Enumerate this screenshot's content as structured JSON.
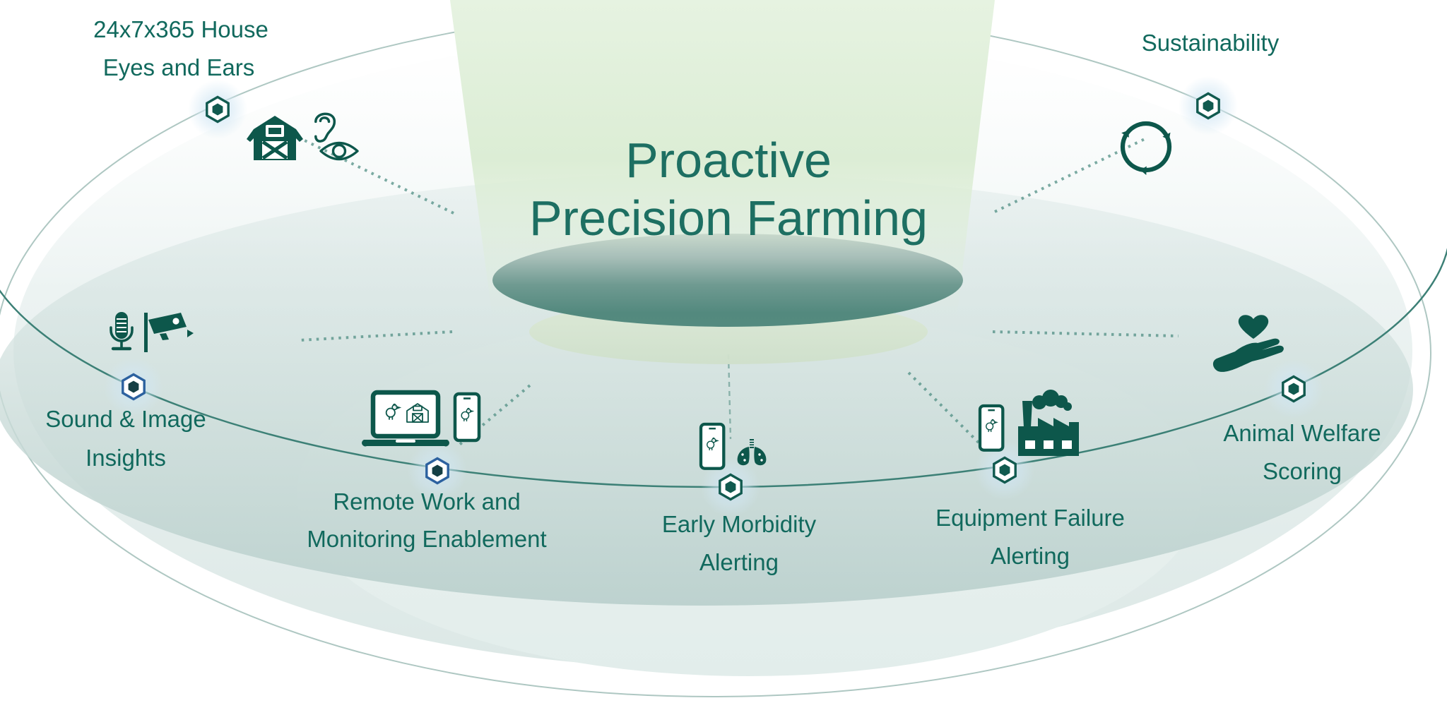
{
  "title_lines": [
    "Proactive",
    "Precision Farming"
  ],
  "features": [
    {
      "id": "house-eyes-ears",
      "label_lines": [
        "24x7x365 House",
        "Eyes and Ears"
      ],
      "icons": [
        "barn-icon",
        "ear-icon",
        "eye-icon"
      ],
      "node_ring": "teal"
    },
    {
      "id": "sustainability",
      "label_lines": [
        "Sustainability",
        ""
      ],
      "icons": [
        "recycle-icon"
      ],
      "node_ring": "teal"
    },
    {
      "id": "sound-image",
      "label_lines": [
        "Sound & Image",
        "Insights"
      ],
      "icons": [
        "microphone-icon",
        "cctv-camera-icon"
      ],
      "node_ring": "blue"
    },
    {
      "id": "remote-work",
      "label_lines": [
        "Remote Work and",
        "Monitoring Enablement"
      ],
      "icons": [
        "laptop-icon",
        "smartphone-icon"
      ],
      "node_ring": "blue"
    },
    {
      "id": "early-morbidity",
      "label_lines": [
        "Early Morbidity",
        "Alerting"
      ],
      "icons": [
        "smartphone-icon",
        "lungs-icon"
      ],
      "node_ring": "teal"
    },
    {
      "id": "equipment-failure",
      "label_lines": [
        "Equipment Failure",
        "Alerting"
      ],
      "icons": [
        "smartphone-icon",
        "factory-icon"
      ],
      "node_ring": "teal"
    },
    {
      "id": "animal-welfare",
      "label_lines": [
        "Animal Welfare",
        "Scoring"
      ],
      "icons": [
        "heart-in-hand-icon"
      ],
      "node_ring": "teal"
    }
  ],
  "colors": {
    "title_teal": "#1d6f62",
    "label_teal": "#11695d",
    "icon_teal": "#0d574b",
    "ellipse_stroke_teal": "#3c8076",
    "node_ring_blue": "#2c619f",
    "beam_green": "#ddeed6",
    "stage_dark_teal": "#53897e",
    "disc_gray_green": "#bdd2cf"
  }
}
